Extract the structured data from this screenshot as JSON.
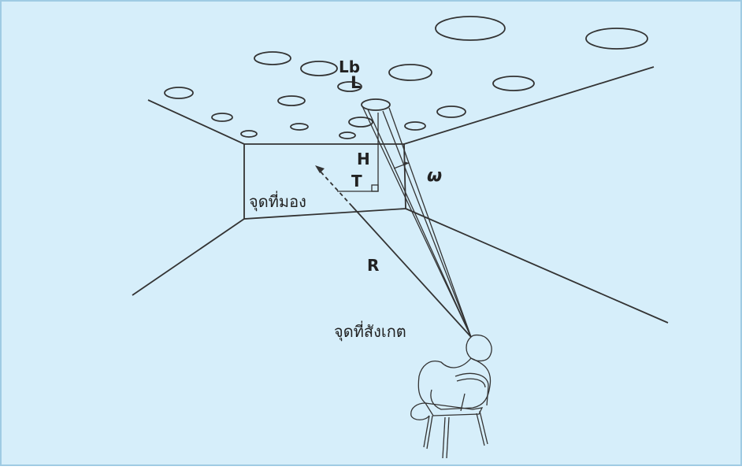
{
  "colors": {
    "background": "#d6eefa",
    "frame": "#9fcbe3",
    "line": "#333333"
  },
  "labels": {
    "background_luminance": "Lb",
    "luminaire": "L",
    "height": "H",
    "horizontal": "T",
    "viewing_point": "จุดที่มอง",
    "solid_angle": "ω",
    "distance": "R",
    "observation_point": "จุดที่สังเกต"
  }
}
